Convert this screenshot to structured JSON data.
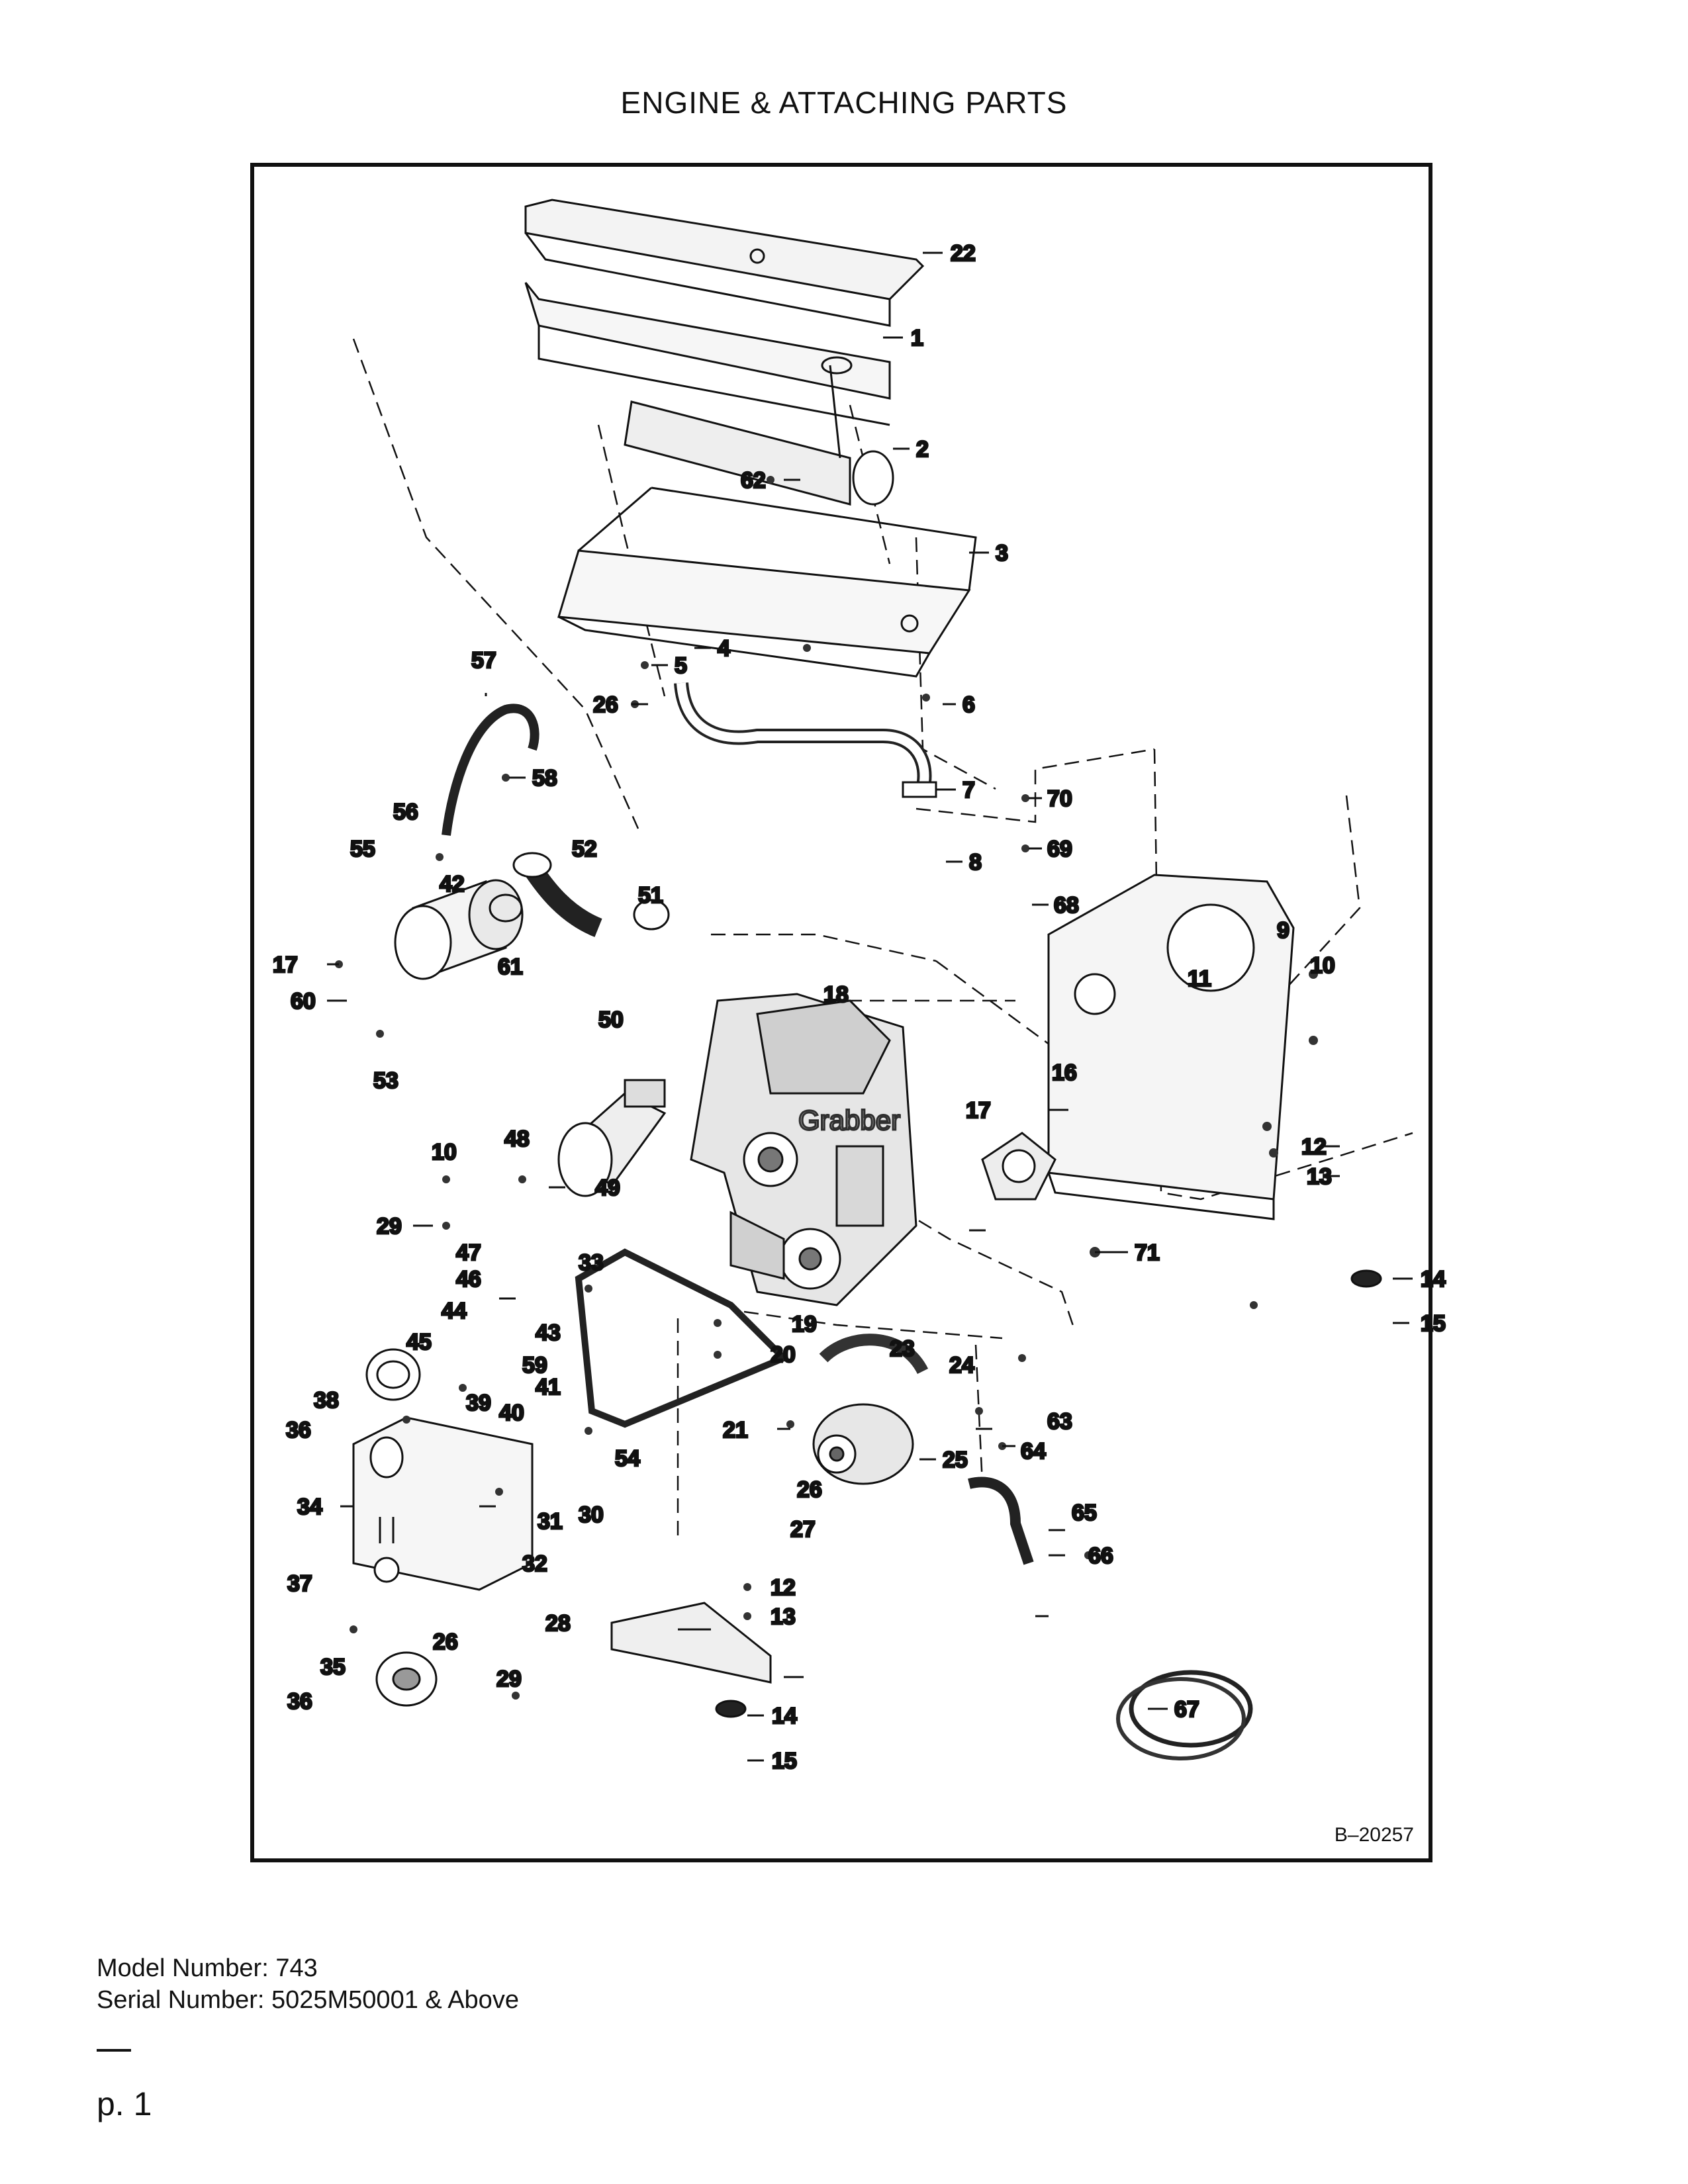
{
  "page_title": "ENGINE & ATTACHING PARTS",
  "drawing_number": "B–20257",
  "model_number": "Model Number: 743",
  "serial_number": "Serial Number: 5025M50001 & Above",
  "page_number": "p. 1",
  "watermark_text": "Grabber",
  "callouts": [
    {
      "id": "c22",
      "text": "22"
    },
    {
      "id": "c1",
      "text": "1"
    },
    {
      "id": "c2",
      "text": "2"
    },
    {
      "id": "c62",
      "text": "62"
    },
    {
      "id": "c3",
      "text": "3"
    },
    {
      "id": "c4",
      "text": "4"
    },
    {
      "id": "c5",
      "text": "5"
    },
    {
      "id": "c57",
      "text": "57"
    },
    {
      "id": "c26a",
      "text": "26"
    },
    {
      "id": "c6",
      "text": "6"
    },
    {
      "id": "c58",
      "text": "58"
    },
    {
      "id": "c7",
      "text": "7"
    },
    {
      "id": "c70",
      "text": "70"
    },
    {
      "id": "c56",
      "text": "56"
    },
    {
      "id": "c69",
      "text": "69"
    },
    {
      "id": "c55",
      "text": "55"
    },
    {
      "id": "c52",
      "text": "52"
    },
    {
      "id": "c8",
      "text": "8"
    },
    {
      "id": "c42",
      "text": "42"
    },
    {
      "id": "c68",
      "text": "68"
    },
    {
      "id": "c51",
      "text": "51"
    },
    {
      "id": "c9",
      "text": "9"
    },
    {
      "id": "c17a",
      "text": "17"
    },
    {
      "id": "c61",
      "text": "61"
    },
    {
      "id": "c10a",
      "text": "10"
    },
    {
      "id": "c60",
      "text": "60"
    },
    {
      "id": "c11",
      "text": "11"
    },
    {
      "id": "c18",
      "text": "18"
    },
    {
      "id": "c50",
      "text": "50"
    },
    {
      "id": "c53",
      "text": "53"
    },
    {
      "id": "c16",
      "text": "16"
    },
    {
      "id": "c17b",
      "text": "17"
    },
    {
      "id": "c10b",
      "text": "10"
    },
    {
      "id": "c48",
      "text": "48"
    },
    {
      "id": "c12a",
      "text": "12"
    },
    {
      "id": "c49",
      "text": "49"
    },
    {
      "id": "c13a",
      "text": "13"
    },
    {
      "id": "c29a",
      "text": "29"
    },
    {
      "id": "c47",
      "text": "47"
    },
    {
      "id": "c33",
      "text": "33"
    },
    {
      "id": "c71",
      "text": "71"
    },
    {
      "id": "c14a",
      "text": "14"
    },
    {
      "id": "c46",
      "text": "46"
    },
    {
      "id": "c44",
      "text": "44"
    },
    {
      "id": "c15a",
      "text": "15"
    },
    {
      "id": "c43",
      "text": "43"
    },
    {
      "id": "c19",
      "text": "19"
    },
    {
      "id": "c45",
      "text": "45"
    },
    {
      "id": "c20",
      "text": "20"
    },
    {
      "id": "c23",
      "text": "23"
    },
    {
      "id": "c59",
      "text": "59"
    },
    {
      "id": "c24",
      "text": "24"
    },
    {
      "id": "c41",
      "text": "41"
    },
    {
      "id": "c38",
      "text": "38"
    },
    {
      "id": "c39",
      "text": "39"
    },
    {
      "id": "c40",
      "text": "40"
    },
    {
      "id": "c36a",
      "text": "36"
    },
    {
      "id": "c21",
      "text": "21"
    },
    {
      "id": "c63",
      "text": "63"
    },
    {
      "id": "c54",
      "text": "54"
    },
    {
      "id": "c64",
      "text": "64"
    },
    {
      "id": "c25",
      "text": "25"
    },
    {
      "id": "c34",
      "text": "34"
    },
    {
      "id": "c26b",
      "text": "26"
    },
    {
      "id": "c31",
      "text": "31"
    },
    {
      "id": "c30",
      "text": "30"
    },
    {
      "id": "c65",
      "text": "65"
    },
    {
      "id": "c27",
      "text": "27"
    },
    {
      "id": "c66",
      "text": "66"
    },
    {
      "id": "c32",
      "text": "32"
    },
    {
      "id": "c37",
      "text": "37"
    },
    {
      "id": "c12b",
      "text": "12"
    },
    {
      "id": "c13b",
      "text": "13"
    },
    {
      "id": "c28",
      "text": "28"
    },
    {
      "id": "c26c",
      "text": "26"
    },
    {
      "id": "c35",
      "text": "35"
    },
    {
      "id": "c29b",
      "text": "29"
    },
    {
      "id": "c14b",
      "text": "14"
    },
    {
      "id": "c67",
      "text": "67"
    },
    {
      "id": "c36b",
      "text": "36"
    },
    {
      "id": "c15b",
      "text": "15"
    }
  ]
}
